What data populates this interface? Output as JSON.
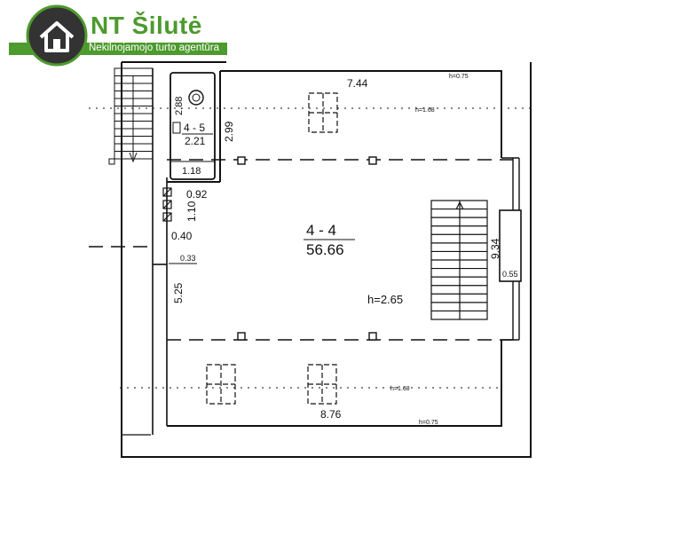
{
  "brand": {
    "name": "NT Šilutė",
    "tagline": "Nekilnojamojo turto agentūra",
    "green": "#4d9a2e",
    "dark": "#333333"
  },
  "rooms": {
    "main": {
      "id": "4 - 4",
      "area": "56.66",
      "height": "h=2.65"
    },
    "wc": {
      "id": "4 - 5",
      "area": "2.21"
    }
  },
  "dimensions": {
    "top_width": "7.44",
    "bottom_width": "8.76",
    "right_length": "9.34",
    "left_length": "5.25",
    "wc_length": "2.88",
    "wc_width_side": "2.99",
    "wc_width_bottom": "1.18",
    "corridor_width": "0.92",
    "corridor_length": "1.10",
    "wall_gap": "0.40",
    "wall_gap2": "0.33",
    "right_wall": "0.55"
  },
  "heights": {
    "top_eave": "h=0.75",
    "top_line": "h=1.68",
    "bottom_line": "h=1.68",
    "bottom_eave": "h=0.75"
  }
}
